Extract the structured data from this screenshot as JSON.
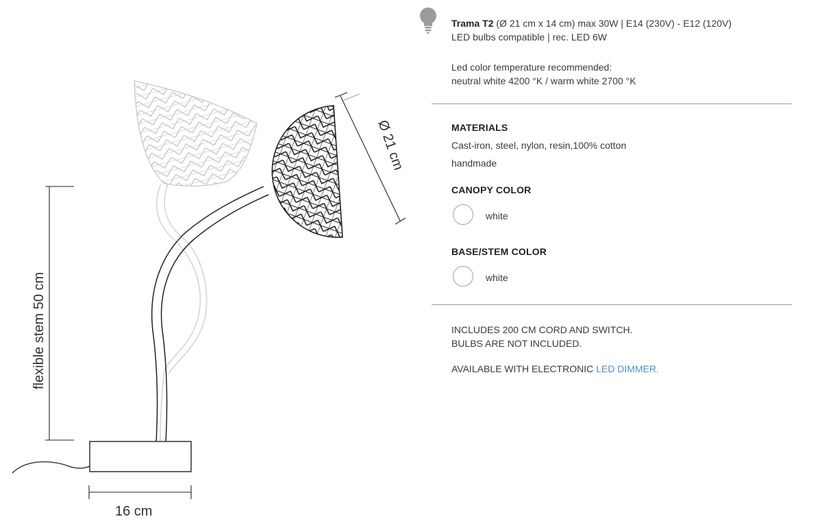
{
  "specs": {
    "model": "Trama T2",
    "dimensions": "(Ø 21 cm x 14 cm) max 30W | E14 (230V) - E12 (120V)",
    "bulbs_line": "LED bulbs compatible | rec. LED 6W",
    "temp_line1": "Led color temperature recommended:",
    "temp_line2": "neutral white 4200 °K / warm white 2700 °K"
  },
  "materials": {
    "heading": "MATERIALS",
    "list": "Cast-iron, steel, nylon, resin,100% cotton",
    "note": "handmade"
  },
  "canopy": {
    "heading": "CANOPY COLOR",
    "option": "white",
    "color": "#ffffff"
  },
  "base": {
    "heading": "BASE/STEM COLOR",
    "option": "white",
    "color": "#ffffff"
  },
  "footer": {
    "cord": "INCLUDES 200 CM CORD AND SWITCH.",
    "bulbs": "BULBS ARE NOT INCLUDED.",
    "available_prefix": "AVAILABLE WITH ELECTRONIC ",
    "dimmer_link": "LED DIMMER."
  },
  "drawing": {
    "diameter_label": "Ø 21 cm",
    "stem_label": "flexible stem 50 cm",
    "base_label": "16 cm"
  },
  "icons": {
    "bulb": "lightbulb-icon"
  },
  "colors": {
    "link": "#4a90d9",
    "text": "#3a3a3a",
    "divider": "#9a9a9a"
  }
}
